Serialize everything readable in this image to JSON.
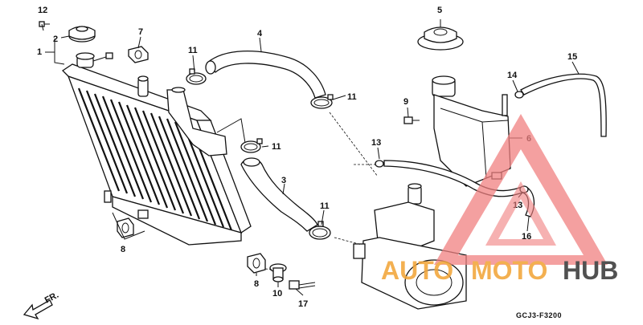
{
  "diagram": {
    "code": "GCJ3-F3200",
    "front_label": "FR.",
    "callouts": {
      "c1": "1",
      "c2": "2",
      "c3": "3",
      "c4": "4",
      "c5": "5",
      "c6": "6",
      "c7": "7",
      "c8a": "8",
      "c8b": "8",
      "c9": "9",
      "c10": "10",
      "c11a": "11",
      "c11b": "11",
      "c11c": "11",
      "c11d": "11",
      "c12": "12",
      "c13a": "13",
      "c13b": "13",
      "c14": "14",
      "c15": "15",
      "c16": "16",
      "c17": "17"
    }
  },
  "watermark": {
    "part1": "AUTO",
    "part2": "MOTO",
    "part3": "HUB",
    "colors": {
      "triangle": "#f08080",
      "orange": "#f2a63a",
      "dark": "#3a3a3a"
    }
  }
}
